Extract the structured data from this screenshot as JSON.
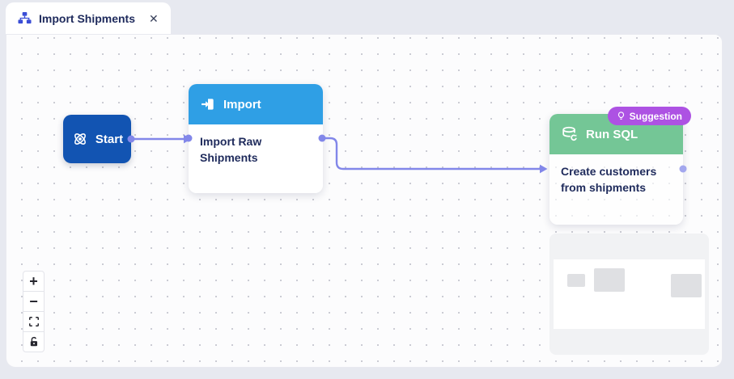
{
  "tab": {
    "title": "Import Shipments",
    "close_glyph": "✕"
  },
  "nodes": {
    "start": {
      "label": "Start"
    },
    "import": {
      "title": "Import",
      "description": "Import Raw Shipments"
    },
    "run_sql": {
      "title": "Run SQL",
      "description": "Create customers from shipments",
      "badge": "Suggestion"
    }
  },
  "controls": {
    "zoom_in_glyph": "+",
    "zoom_out_glyph": "−"
  },
  "icons": {
    "tab": "flow-sitemap-icon",
    "start": "atom-icon",
    "import": "import-arrow-icon",
    "run_sql": "database-refresh-icon",
    "badge": "lightbulb-icon",
    "fit": "fit-view-icon",
    "lock": "unlock-icon",
    "close": "close-icon"
  },
  "colors": {
    "outer_background": "#e7e9f0",
    "canvas_background": "#fcfcfd",
    "grid_dot": "#cbccd4",
    "start_node": "#1254b2",
    "import_header": "#2f9fe5",
    "run_sql_header": "#74c696",
    "suggestion_badge": "#ad52e3",
    "edge": "#8287e9",
    "text": "#1f2b5c",
    "tab_icon": "#3b4ed6"
  }
}
